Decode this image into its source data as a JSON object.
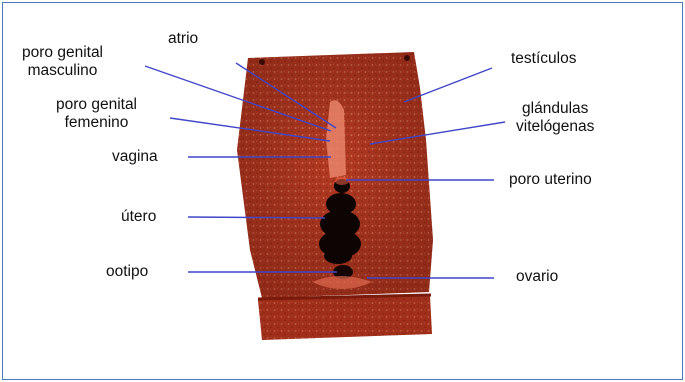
{
  "labels": {
    "poro_genital_masculino": [
      "poro genital",
      "masculino"
    ],
    "atrio": "atrio",
    "poro_genital_femenino": [
      "poro genital",
      "femenino"
    ],
    "vagina": "vagina",
    "utero": "útero",
    "ootipo": "ootipo",
    "testiculos": "testículos",
    "glandulas_vitelogenas": [
      "glándulas",
      "vitelógenas"
    ],
    "poro_uterino": "poro uterino",
    "ovario": "ovario"
  },
  "colors": {
    "leader_line": "#3f46c8",
    "frame_border": "#4a78b8",
    "specimen_body": "#b83a24",
    "uterus": "#0d0504"
  }
}
